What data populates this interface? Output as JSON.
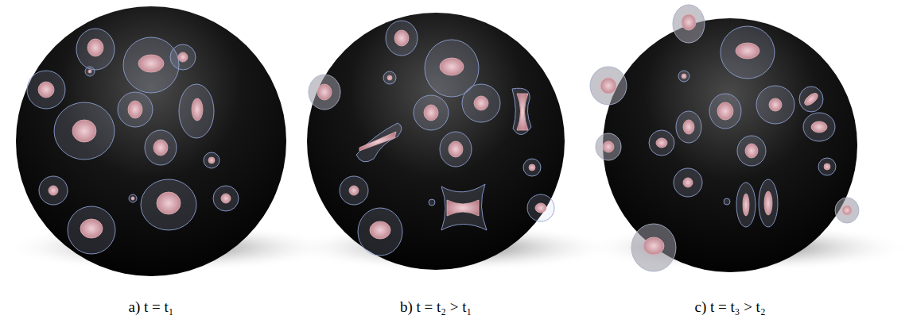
{
  "diagram": {
    "labels": [
      "a) t = t₁",
      "b) t = t₂ > t₁",
      "c) t = t₃ > t₂"
    ]
  }
}
